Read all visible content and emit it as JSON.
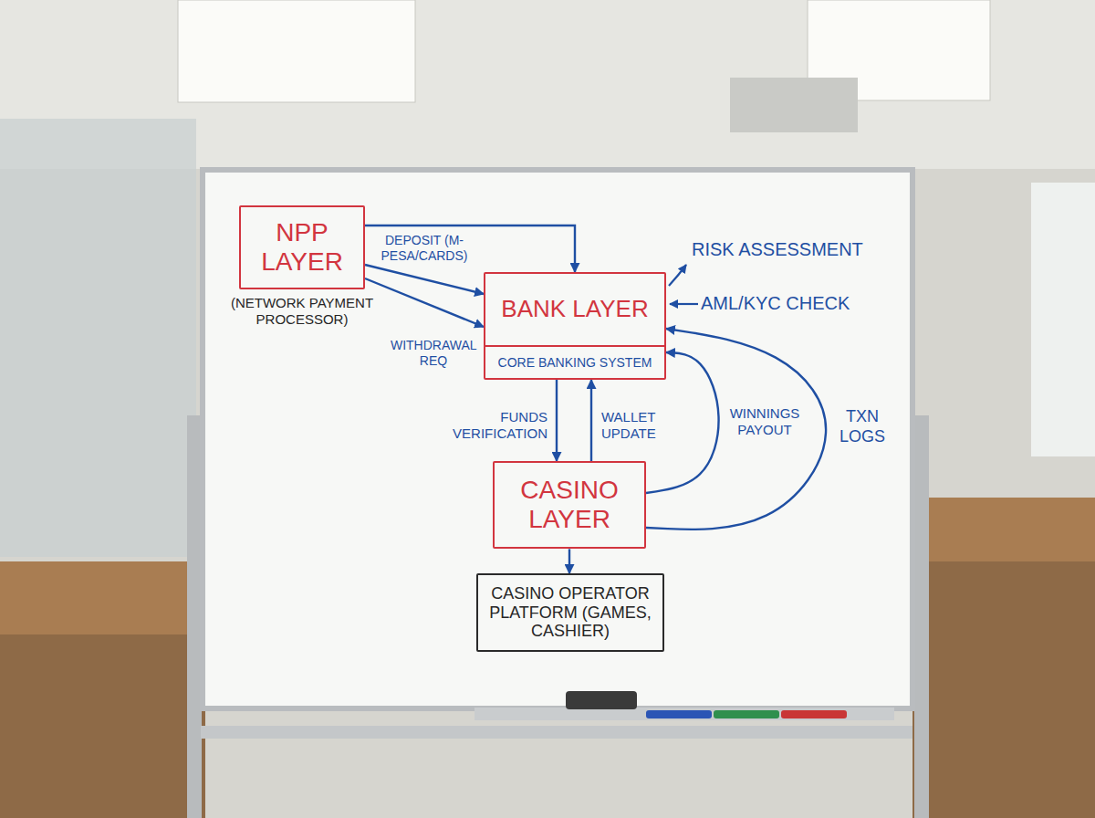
{
  "diagram": {
    "nodes": [
      {
        "text": [
          "NPP LAYER",
          "(NETWORK PAYMENT PROCESSOR)"
        ]
      },
      {
        "text": [
          "BANK LAYER",
          "CORE BANKING SYSTEM"
        ]
      },
      {
        "text": [
          "CASINO LAYER"
        ]
      },
      {
        "text": [
          "CASINO OPERATOR PLATFORM (GAMES, CASHIER)"
        ]
      }
    ],
    "edges": [
      {
        "from": 0,
        "to": 1,
        "arrow": "to"
      },
      {
        "from": 0,
        "to": 1,
        "label": "DEPOSIT (M-PESA/CARDS)",
        "arrow": "to"
      },
      {
        "from": 0,
        "to": 1,
        "label": "WITHDRAWAL REQ",
        "arrow": "to"
      },
      {
        "from": 1,
        "to": 2,
        "label": "FUNDS VERIFICATION",
        "arrow": "to"
      },
      {
        "from": 2,
        "to": 1,
        "label": "WALLET UPDATE",
        "arrow": "to"
      },
      {
        "from": 2,
        "to": 1,
        "label": "WINNINGS PAYOUT",
        "arrow": "to"
      },
      {
        "from": 2,
        "to": 1,
        "label": "TXN LOGS",
        "arrow": "to"
      },
      {
        "from": 2,
        "to": 3,
        "arrow": "to"
      }
    ],
    "labels": [
      "RISK ASSESSMENT",
      "AML/KYC CHECK"
    ]
  }
}
